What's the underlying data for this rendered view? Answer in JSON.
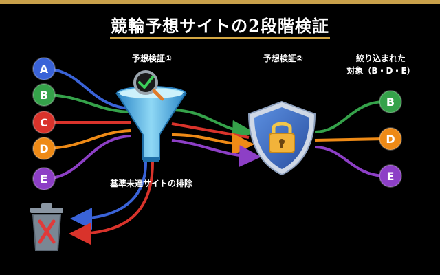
{
  "title": "競輪予想サイトの2段階検証",
  "stage1_label": "予想検証①",
  "stage2_label": "予想検証②",
  "result_label_line1": "絞り込まれた",
  "result_label_line2": "対象（B・D・E）",
  "excluded_label": "基準未達サイトの排除",
  "inputs": [
    {
      "letter": "A",
      "color": "#3a63d8"
    },
    {
      "letter": "B",
      "color": "#35a24a"
    },
    {
      "letter": "C",
      "color": "#d9332b"
    },
    {
      "letter": "D",
      "color": "#ee8a16"
    },
    {
      "letter": "E",
      "color": "#8d3fc6"
    }
  ],
  "outputs": [
    {
      "letter": "B",
      "color": "#35a24a"
    },
    {
      "letter": "D",
      "color": "#ee8a16"
    },
    {
      "letter": "E",
      "color": "#8d3fc6"
    }
  ],
  "icons": {
    "filter": "funnel-icon",
    "check": "check-magnifier-icon",
    "lock": "shield-lock-icon",
    "trash": "trash-can-icon"
  },
  "colors": {
    "accent": "#d4a743",
    "shield": "#3b6fc9",
    "funnel": "#5fb9e6"
  }
}
